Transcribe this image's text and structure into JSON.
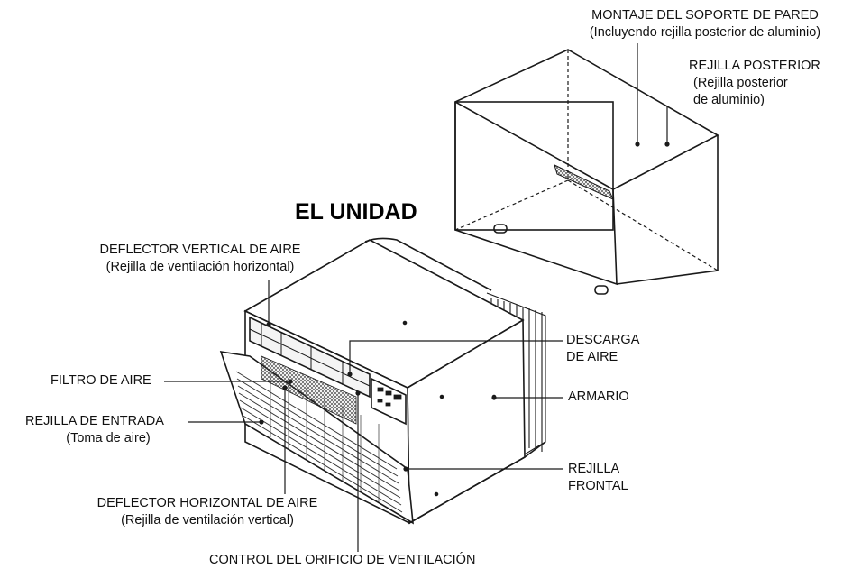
{
  "title": "EL UNIDAD",
  "labels": {
    "wall_sleeve": "MONTAJE DEL SOPORTE DE PARED",
    "wall_sleeve_sub": "(Incluyendo rejilla posterior de aluminio)",
    "rear_grille": "REJILLA POSTERIOR",
    "rear_grille_sub1": "(Rejilla posterior",
    "rear_grille_sub2": "de aluminio)",
    "vertical_louver": "DEFLECTOR VERTICAL DE AIRE",
    "vertical_louver_sub": "(Rejilla de ventilación horizontal)",
    "air_filter": "FILTRO DE AIRE",
    "inlet_grille": "REJILLA DE ENTRADA",
    "inlet_grille_sub": "(Toma de aire)",
    "air_discharge_1": "DESCARGA",
    "air_discharge_2": "DE AIRE",
    "cabinet": "ARMARIO",
    "front_grille_1": "REJILLA",
    "front_grille_2": "FRONTAL",
    "horizontal_louver": "DEFLECTOR HORIZONTAL DE AIRE",
    "horizontal_louver_sub": "(Rejilla de ventilación vertical)",
    "vent_control": "CONTROL DEL ORIFICIO DE VENTILACIÓN"
  },
  "colors": {
    "line": "#1a1a1a",
    "background": "#ffffff",
    "grille": "#555555"
  }
}
